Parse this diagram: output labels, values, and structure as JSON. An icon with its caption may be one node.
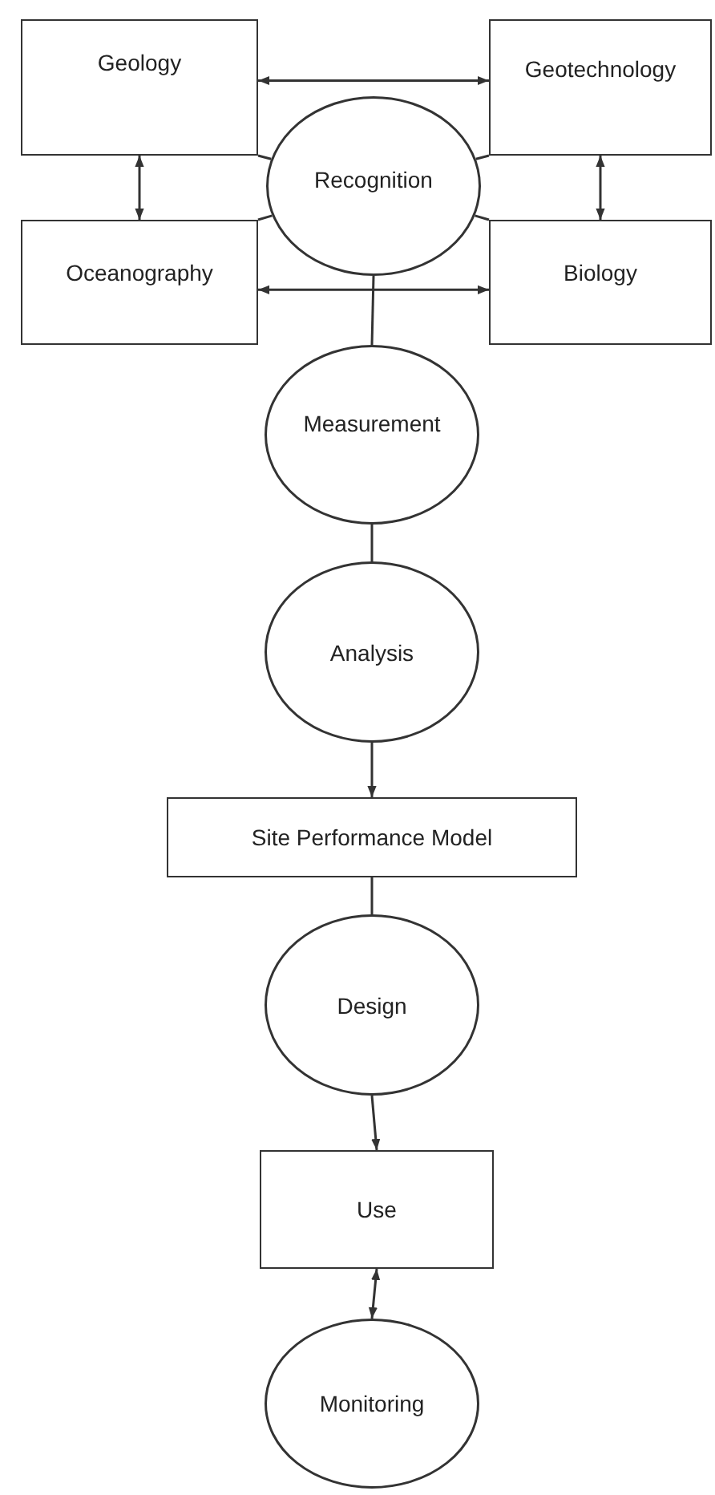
{
  "diagram": {
    "nodes": [
      {
        "text": [
          "Geology"
        ]
      },
      {
        "text": [
          "Recognition"
        ]
      },
      {
        "text": [
          "Geotechnology"
        ]
      },
      {
        "text": [
          "Oceanography"
        ]
      },
      {
        "text": [
          "Biology"
        ]
      },
      {
        "text": [
          "Measurement"
        ]
      },
      {
        "text": [
          "Analysis"
        ]
      },
      {
        "text": [
          "Site Performance Model"
        ]
      },
      {
        "text": [
          "Design"
        ]
      },
      {
        "text": [
          "Use"
        ]
      },
      {
        "text": [
          "Monitoring"
        ]
      }
    ],
    "edges": [
      {
        "from": 0,
        "to": 2,
        "arrow": "both"
      },
      {
        "from": 0,
        "to": 3,
        "arrow": "both"
      },
      {
        "from": 2,
        "to": 4,
        "arrow": "both"
      },
      {
        "from": 3,
        "to": 4,
        "arrow": "both"
      },
      {
        "from": 0,
        "to": 1,
        "arrow": "none"
      },
      {
        "from": 2,
        "to": 1,
        "arrow": "none"
      },
      {
        "from": 3,
        "to": 1,
        "arrow": "none"
      },
      {
        "from": 4,
        "to": 1,
        "arrow": "none"
      },
      {
        "from": 1,
        "to": 5,
        "arrow": "none"
      },
      {
        "from": 5,
        "to": 6,
        "arrow": "none"
      },
      {
        "from": 6,
        "to": 7,
        "arrow": "to"
      },
      {
        "from": 7,
        "to": 8,
        "arrow": "none"
      },
      {
        "from": 8,
        "to": 9,
        "arrow": "to"
      },
      {
        "from": 9,
        "to": 10,
        "arrow": "both"
      }
    ]
  }
}
